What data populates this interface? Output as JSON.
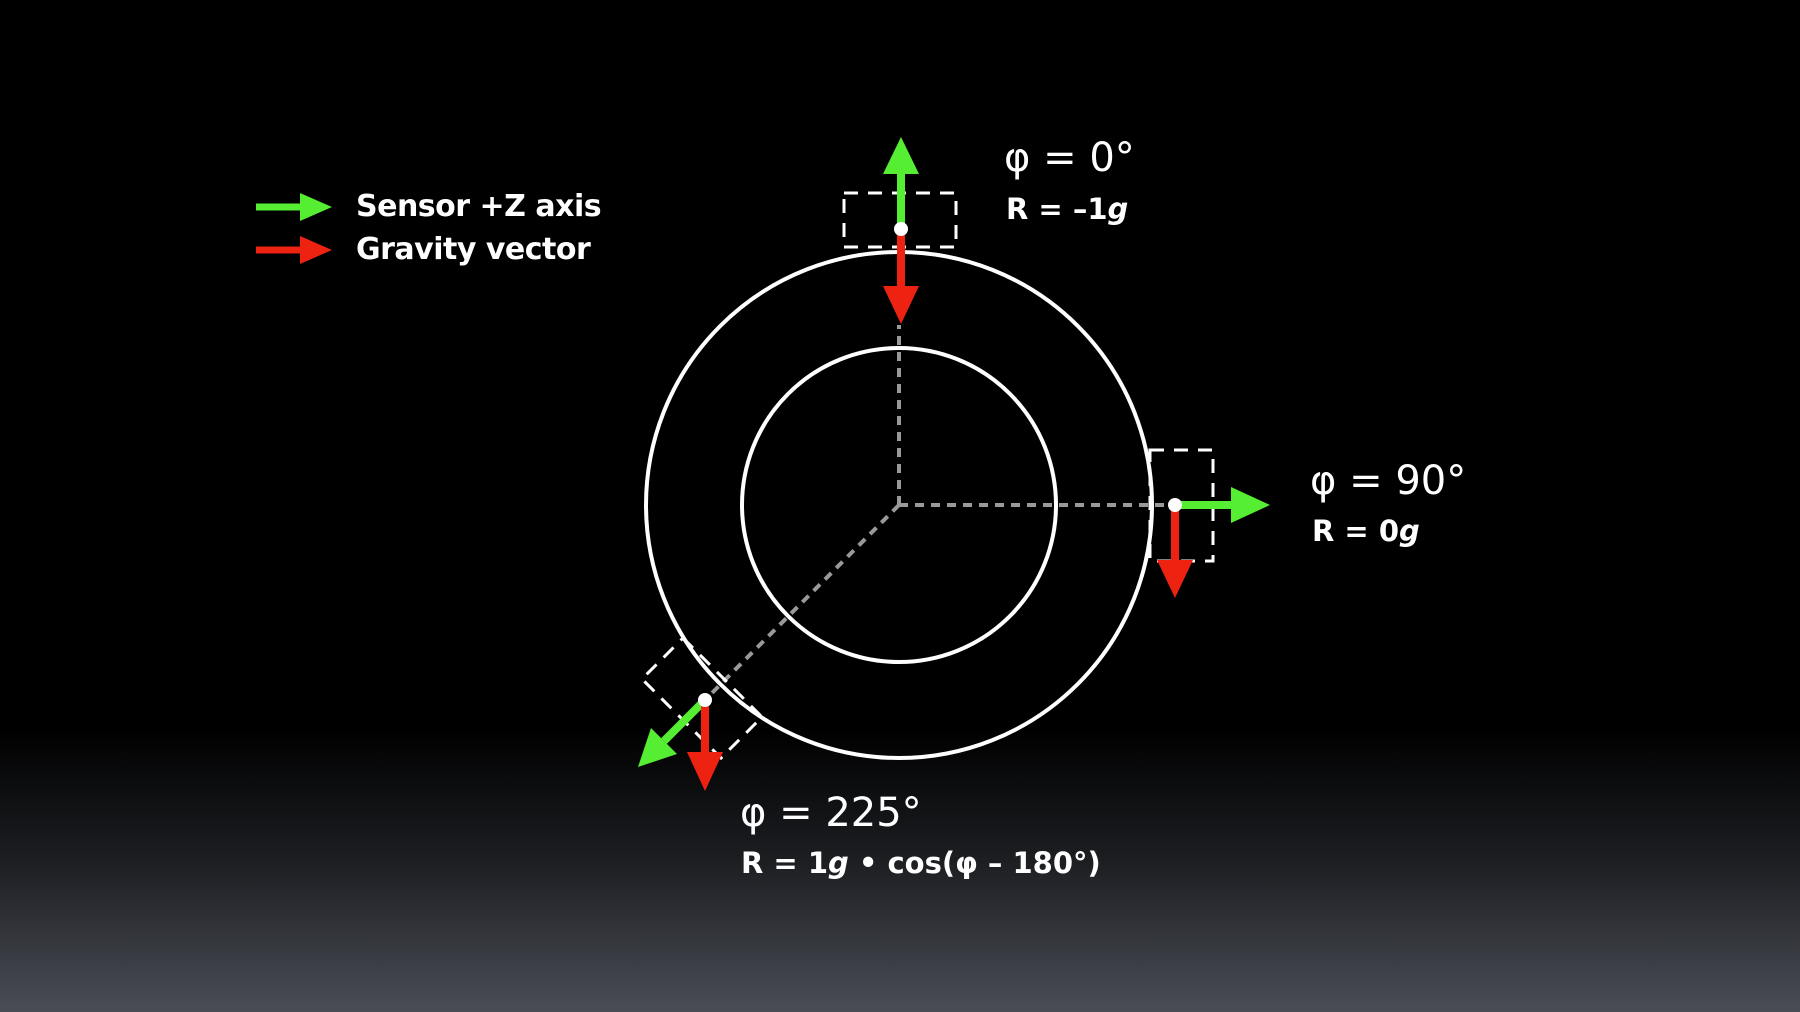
{
  "legend": {
    "sensor_label": "Sensor +Z axis",
    "gravity_label": "Gravity vector",
    "sensor_color": "#55ee33",
    "gravity_color": "#ee2211"
  },
  "positions": [
    {
      "angle": "φ = 0°",
      "formula_prefix": "R = –1",
      "formula_g": "g",
      "formula_suffix": ""
    },
    {
      "angle": "φ = 90°",
      "formula_prefix": "R = 0",
      "formula_g": "g",
      "formula_suffix": ""
    },
    {
      "angle": "φ = 225°",
      "formula_prefix": "R = 1",
      "formula_g": "g",
      "formula_suffix": " • cos(φ – 180°)"
    }
  ]
}
